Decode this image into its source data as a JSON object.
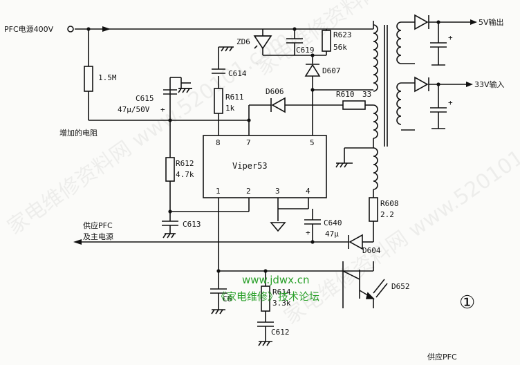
{
  "labels": {
    "pfc_in": "PFC电源400V",
    "r_1_5m": "1.5M",
    "c615": "C615",
    "c615_val": "47μ/50V",
    "add_res": "增加的电阻",
    "zd6": "ZD6",
    "c619": "C619",
    "r623": "R623",
    "r623_val": "56k",
    "d607": "D607",
    "c614": "C614",
    "r611": "R611",
    "r611_val": "1k",
    "d606": "D606",
    "r610": "R610",
    "r610_val": "33",
    "r612": "R612",
    "r612_val": "4.7k",
    "ic_name": "Viper53",
    "pin8": "8",
    "pin7": "7",
    "pin5": "5",
    "pin1": "1",
    "pin2": "2",
    "pin3": "3",
    "pin4": "4",
    "c613": "C613",
    "c640": "C640",
    "c640_val": "47μ",
    "r608": "R608",
    "r608_val": "2.2",
    "d604": "D604",
    "supply_line1": "供应PFC",
    "supply_line2": "及主电源",
    "c6": "C6",
    "r614": "R614",
    "r614_val": "3.3k",
    "c612": "C612",
    "d652": "D652",
    "out5v": "5V输出",
    "out33v": "33V输入",
    "fig_no": "①",
    "bottom_label": "供应PFC",
    "site_url": "www.jdwx.cn",
    "site_name": "《家电维修》技术论坛",
    "plus": "+"
  },
  "watermark": "家电维修资料网 www.520101.com",
  "colors": {
    "ink": "#111111",
    "green": "#2aa02a"
  }
}
